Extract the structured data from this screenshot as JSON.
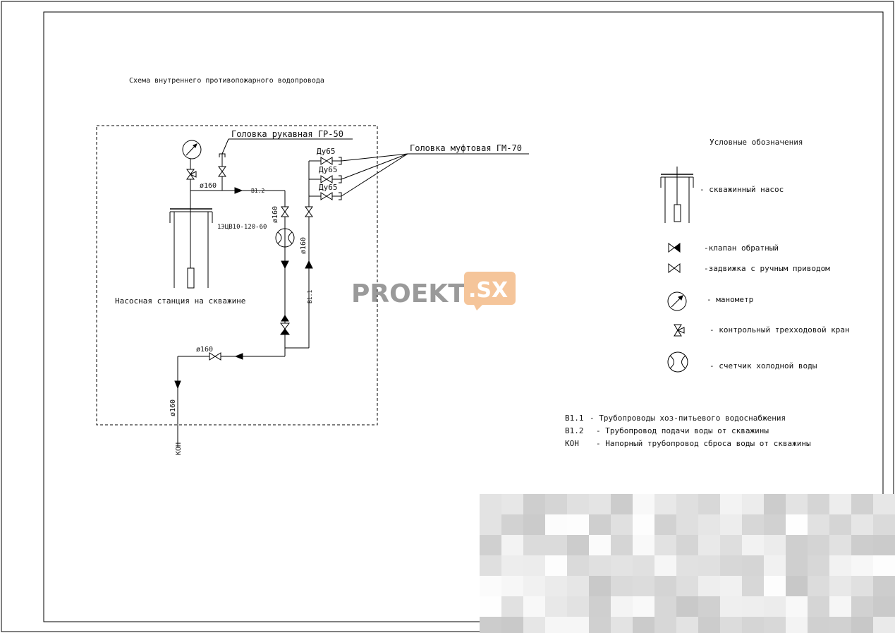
{
  "title": "Схема внутреннего противопожарного водопровода",
  "labels": {
    "hose_head": "Головка рукавная ГР-50",
    "coupling_head": "Головка муфтовая ГМ-70",
    "du1": "Ду65",
    "du2": "Ду65",
    "du3": "Ду65",
    "d160_top": "ø160",
    "d160_vert_left": "ø160",
    "d160_vert_right": "ø160",
    "d160_bottom": "ø160",
    "d160_outlet": "ø160",
    "pipe_b12": "В1.2",
    "pipe_b11": "В1.1",
    "pipe_kon": "КОН",
    "pump_model": "1ЭЦВ10-120-60",
    "pump_station": "Насосная станция на скважине"
  },
  "legend": {
    "title": "Условные обозначения",
    "items": [
      {
        "icon": "borehole-pump-icon",
        "label": "- скважинный насос"
      },
      {
        "icon": "check-valve-icon",
        "label": "-клапан обратный"
      },
      {
        "icon": "gate-valve-icon",
        "label": "-задвижка с ручным приводом"
      },
      {
        "icon": "manometer-icon",
        "label": "- манометр"
      },
      {
        "icon": "three-way-valve-icon",
        "label": "- контрольный трехходовой кран"
      },
      {
        "icon": "water-meter-icon",
        "label": "- счетчик холодной воды"
      }
    ],
    "pipes": [
      {
        "code": "В1.1",
        "label": "- Трубопроводы хоз-питьевого водоснабжения"
      },
      {
        "code": "В1.2",
        "label": "- Трубопровод подачи воды от скважины"
      },
      {
        "code": "КОН",
        "label": "- Напорный трубопровод сброса воды от скважины"
      }
    ]
  },
  "watermark": {
    "brand": "PROEKT",
    "suffix": ".SX",
    "color_brand": "#9a9a9a",
    "color_badge": "#f5c59a"
  }
}
